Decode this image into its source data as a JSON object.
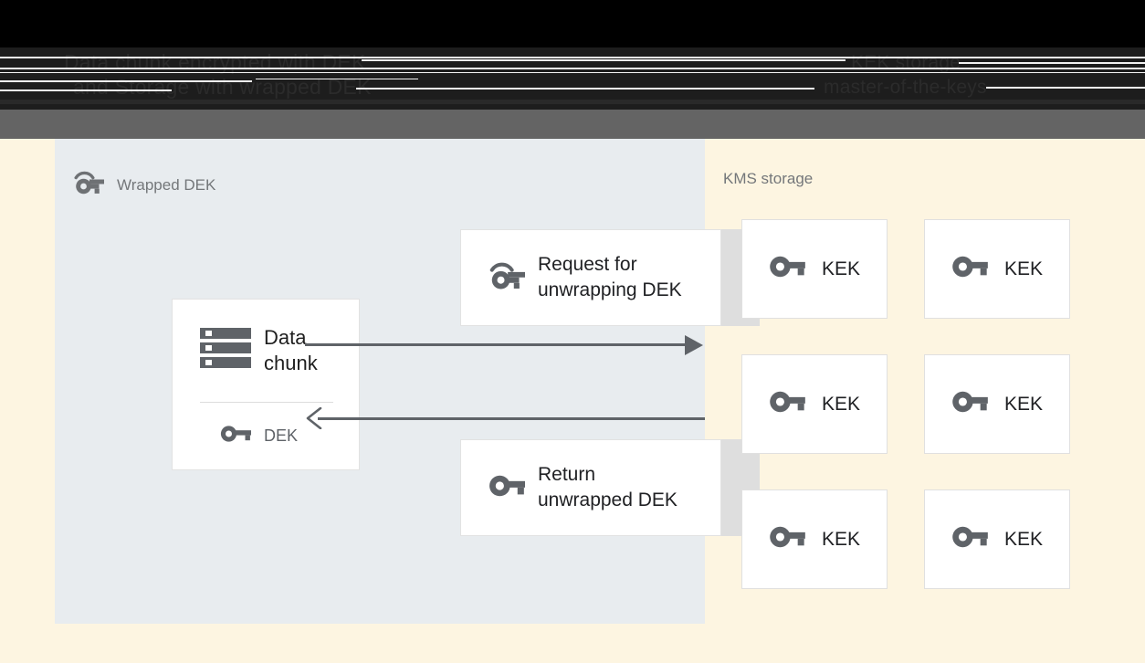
{
  "chrome": {
    "header_line1": "Data chunk encrypted with DEK",
    "header_line2": "and Storage with wrapped DEK",
    "header_right_line1": "KEK storage",
    "header_right_line2": "master-of-the-keys"
  },
  "diagram": {
    "left_panel": {
      "caption": "Wrapped DEK",
      "caption_icon": "wrapped-key-icon",
      "data_chunk_card": {
        "icon": "storage-server-icon",
        "title_line1": "Data",
        "title_line2": "chunk",
        "dek_icon": "key-icon",
        "dek_label": "DEK"
      },
      "messages": [
        {
          "icon": "wrapped-key-icon",
          "line1": "Request for",
          "line2": "unwrapping DEK",
          "direction": "right"
        },
        {
          "icon": "key-icon",
          "line1": "Return",
          "line2": "unwrapped DEK",
          "direction": "left"
        }
      ]
    },
    "kms_storage": {
      "caption": "KMS storage",
      "keys": [
        {
          "icon": "key-icon",
          "label": "KEK"
        },
        {
          "icon": "key-icon",
          "label": "KEK"
        },
        {
          "icon": "key-icon",
          "label": "KEK"
        },
        {
          "icon": "key-icon",
          "label": "KEK"
        },
        {
          "icon": "key-icon",
          "label": "KEK"
        },
        {
          "icon": "key-icon",
          "label": "KEK"
        }
      ]
    }
  },
  "colors": {
    "page_background": "#fdf5e1",
    "panel_background": "#e8ecef",
    "card_background": "#ffffff",
    "strip": "#dedede",
    "arrow": "#5f6368",
    "muted_text": "#74777a",
    "primary_text": "#202124"
  }
}
